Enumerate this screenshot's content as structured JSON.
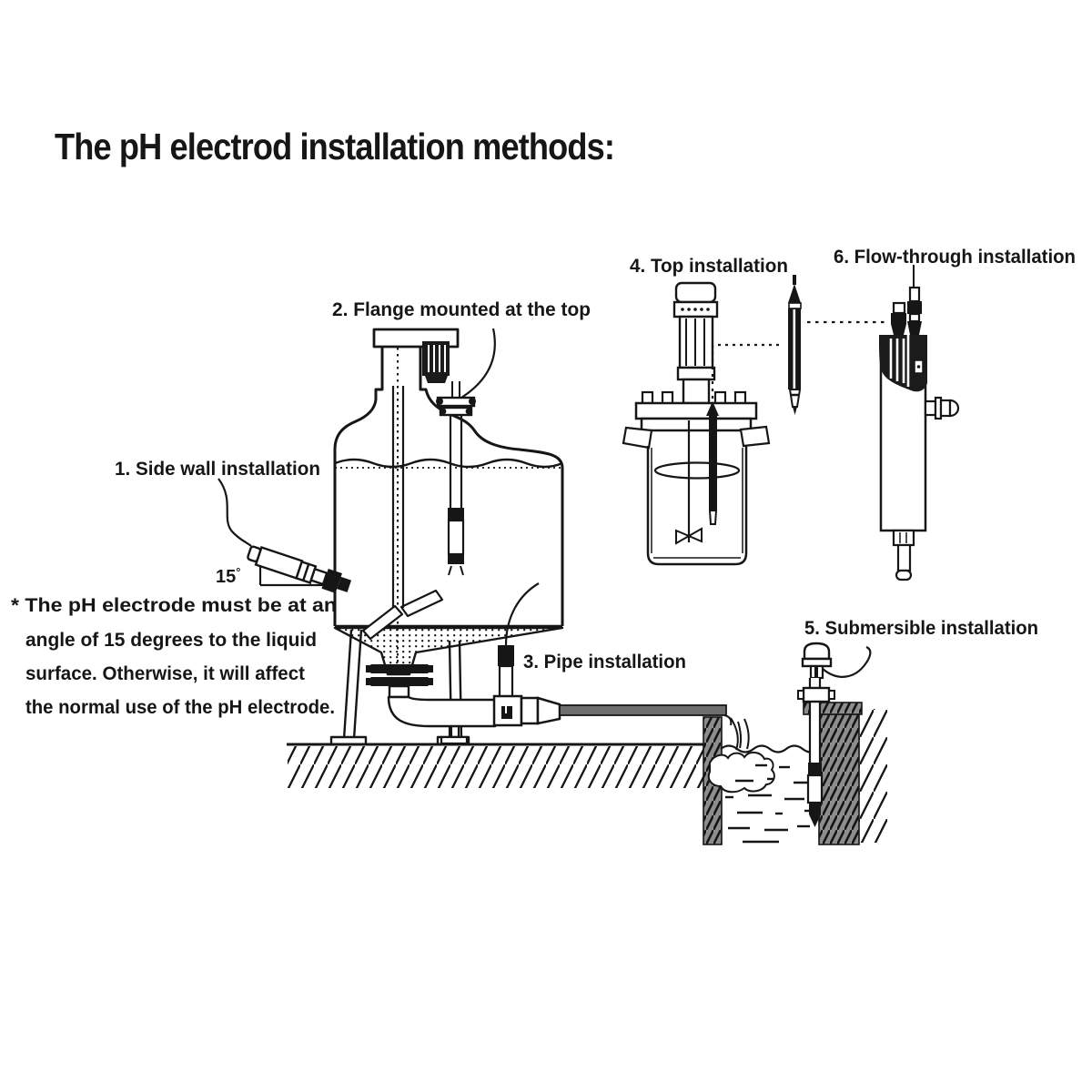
{
  "title": "The pH electrod installation methods:",
  "labels": {
    "side_wall": "1. Side wall installation",
    "flange_top": "2. Flange mounted at the top",
    "pipe": "3. Pipe installation",
    "top": "4. Top installation",
    "submersible": "5. Submersible installation",
    "flow_through": "6. Flow-through installation"
  },
  "note": {
    "lines": [
      "* The pH electrode must be at an",
      "angle of 15 degrees to the liquid",
      "surface. Otherwise, it will affect",
      "the normal use of the pH electrode."
    ]
  },
  "angle_annotation": {
    "value": "15",
    "unit": "°"
  },
  "colors": {
    "ink": "#161616",
    "background": "#ffffff"
  }
}
